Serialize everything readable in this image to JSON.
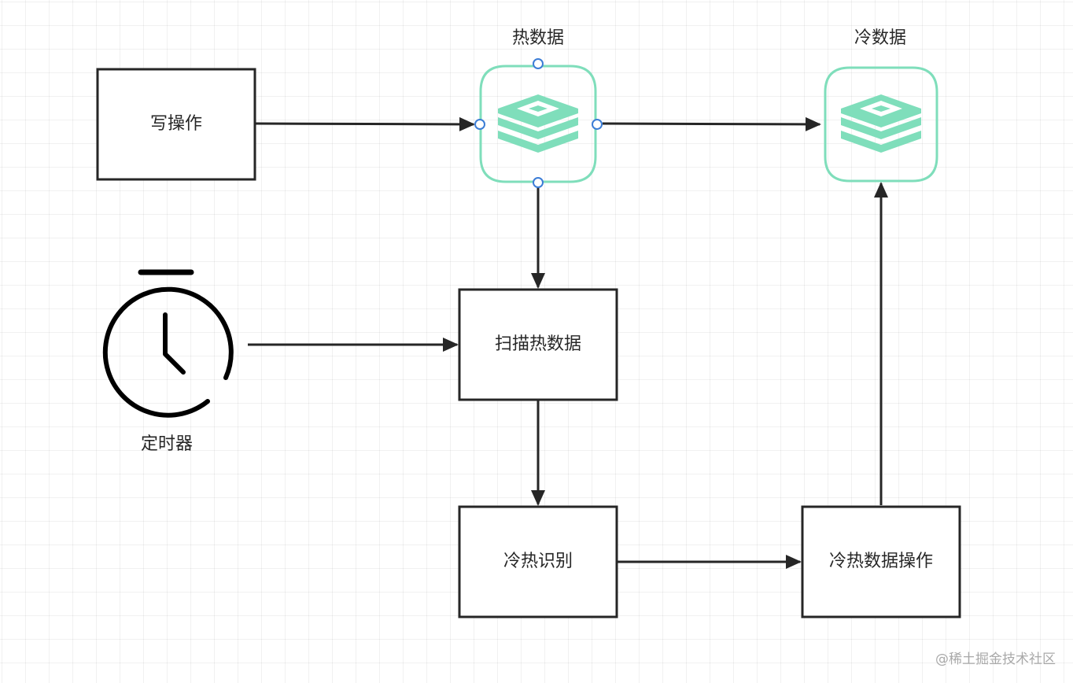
{
  "nodes": {
    "write_op": "写操作",
    "hot_data": "热数据",
    "cold_data": "冷数据",
    "timer": "定时器",
    "scan_hot": "扫描热数据",
    "identify": "冷热识别",
    "cold_hot_op": "冷热数据操作"
  },
  "watermark": "@稀土掘金技术社区",
  "colors": {
    "stroke": "#262626",
    "redis_green": "#7FDEBB",
    "handle_blue": "#3C7DD6"
  },
  "icons": {
    "redis": "redis-stack-icon",
    "timer": "stopwatch-icon"
  }
}
